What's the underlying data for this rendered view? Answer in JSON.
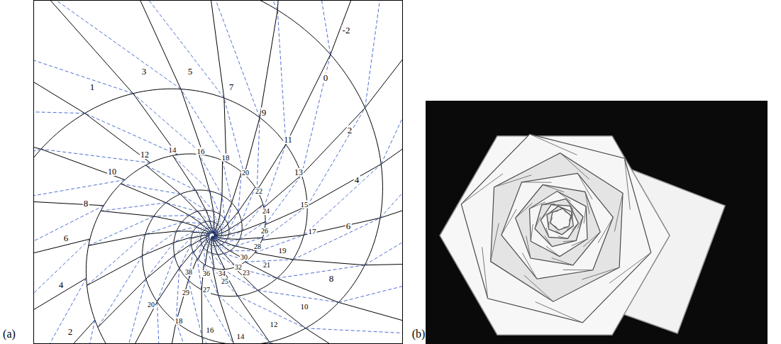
{
  "diagram": {
    "labels": [
      "(a)",
      "1",
      "3",
      "5",
      "7",
      "-2",
      "0",
      "9",
      "2",
      "11",
      "4",
      "13",
      "6",
      "15",
      "17",
      "8",
      "19",
      "10",
      "21",
      "12",
      "14",
      "16",
      "18",
      "20",
      "23",
      "25",
      "27",
      "29",
      "38",
      "36",
      "34",
      "32",
      "30",
      "28",
      "26",
      "24",
      "22",
      "20",
      "18",
      "16",
      "14",
      "12",
      "10",
      "8",
      "6",
      "4",
      "2",
      "(b)"
    ]
  }
}
